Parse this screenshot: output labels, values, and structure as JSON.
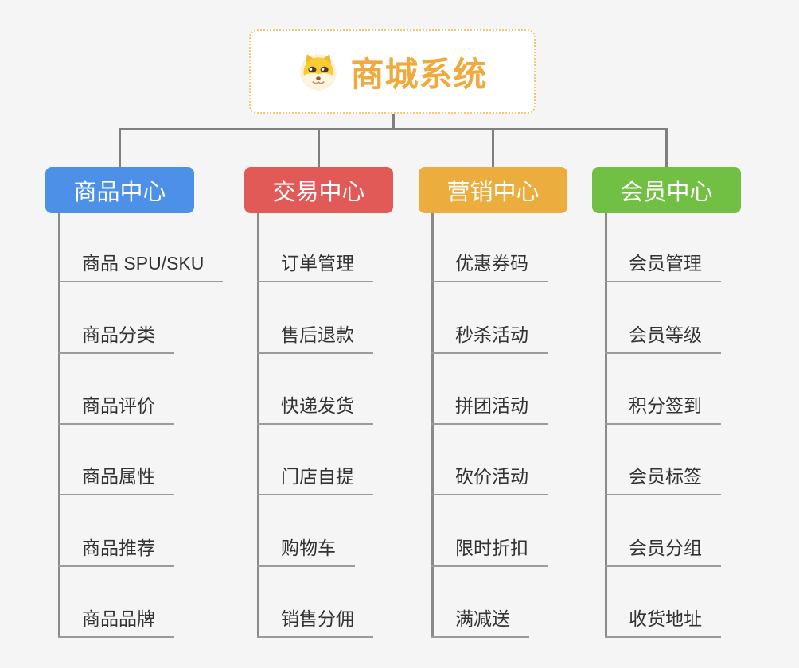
{
  "root": {
    "label": "商城系统",
    "icon": "dog-face-icon",
    "text_color": "#f0a93c",
    "border_color": "#f3c376"
  },
  "connector_color": "#7f7f7f",
  "branches": [
    {
      "label": "商品中心",
      "color": "#4c90e8",
      "items": [
        "商品 SPU/SKU",
        "商品分类",
        "商品评价",
        "商品属性",
        "商品推荐",
        "商品品牌"
      ]
    },
    {
      "label": "交易中心",
      "color": "#e25a58",
      "items": [
        "订单管理",
        "售后退款",
        "快递发货",
        "门店自提",
        "购物车",
        "销售分佣"
      ]
    },
    {
      "label": "营销中心",
      "color": "#ebad3e",
      "items": [
        "优惠券码",
        "秒杀活动",
        "拼团活动",
        "砍价活动",
        "限时折扣",
        "满减送"
      ]
    },
    {
      "label": "会员中心",
      "color": "#72c043",
      "items": [
        "会员管理",
        "会员等级",
        "积分签到",
        "会员标签",
        "会员分组",
        "收货地址"
      ]
    }
  ]
}
